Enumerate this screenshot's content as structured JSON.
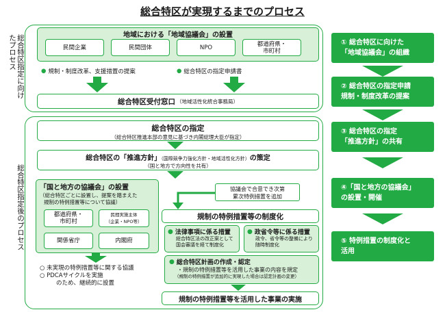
{
  "title": "総合特区が実現するまでのプロセス",
  "pre": {
    "vertical_label": "総合特区指定に向けたプロセス",
    "council_title": "地域における「地域協議会」の設置",
    "members": [
      "民間企業",
      "民間団体",
      "NPO",
      "都道府県・\n市町村"
    ],
    "bullet_left": "規制・制度改革、支援措置の提案",
    "bullet_right": "総合特区の指定申請書",
    "window": "総合特区受付窓口",
    "window_sub": "（地域活性化統合事務局）"
  },
  "post": {
    "vertical_label": "総合特区指定後のプロセス",
    "designation": "総合特区の指定",
    "designation_sub": "（総合特区推進本部の意見に基づき内閣総理大臣が指定）",
    "policy": "総合特区の「推進方針」",
    "policy_paren": "（国際競争力強化方針・地域活性化方針）",
    "policy_tail": "の策定",
    "policy_sub": "（国と地方で方向性を共有）",
    "national_council": "「国と地方の協議会」の設置",
    "national_council_sub1": "（総合特区ごとに設置し、提案を踏まえた",
    "national_council_sub2": "規制の特例措置等について協議）",
    "nc_members": [
      "都道府県・\n市町村",
      "民間実施主体\n（企業・NPO等）",
      "関係省庁",
      "内閣府"
    ],
    "callout": "協議会で合意でき次第\n累次特例措置を追加",
    "institutionalize": "規制の特例措置等の制度化",
    "law_title": "法律事項に係る措置",
    "law_body": "総合特区法の改正案として\n国会審議を経て制度化",
    "ordinance_title": "政省令等に係る措置",
    "ordinance_body": "政令、省令等の整備により\n随時制度化",
    "plan_title": "総合特区計画の作成・認定",
    "plan_body": "・規制の特例措置等を活用した事業の内容を規定",
    "plan_note": "（規制の特例措置が追加的に実現した場合は認定計画の変更）",
    "unrealized1": "未実現の特例措置等に関する協議",
    "unrealized2": "PDCAサイクルを実施",
    "unrealized3": "のため、継続的に設置",
    "implementation": "規制の特例措置等を活用した事業の実施"
  },
  "steps": [
    "① 総合特区に向けた\n「地域協議会」の組織",
    "② 総合特区の指定申請\n規制・制度改革の提案",
    "③ 総合特区の指定\n「推進方針」の共有",
    "④「国と地方の協議会」\nの設置・開催",
    "⑤ 特例措置の制度化と\n活用"
  ],
  "colors": {
    "accent": "#22aa44",
    "light": "#d8f0d8"
  }
}
